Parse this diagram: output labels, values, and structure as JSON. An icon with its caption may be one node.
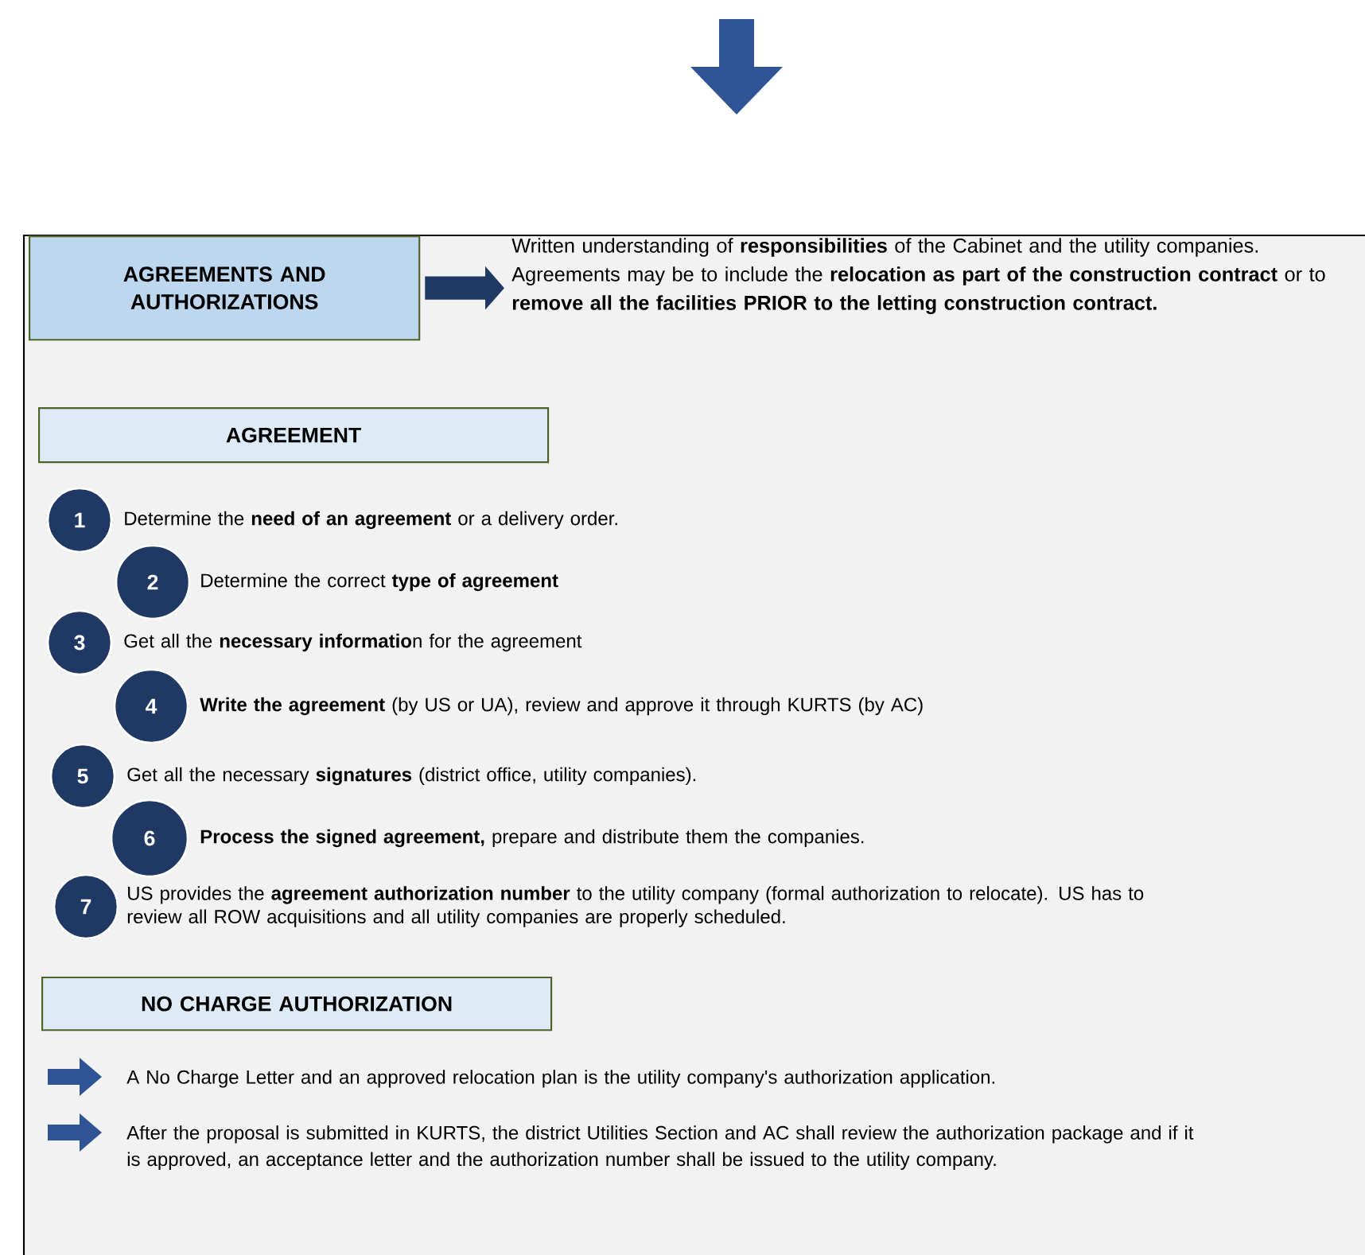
{
  "diagram": {
    "nodes": [
      {
        "text": [
          "AGREEMENTS AND AUTHORIZATIONS"
        ]
      },
      {
        "text": [
          "Written understanding of **responsibilities** of the Cabinet and the utility companies. Agreements may be to include the **relocation as part of the construction contract** or to **remove all the facilities PRIOR to the letting construction contract.**"
        ]
      },
      {
        "text": [
          "AGREEMENT"
        ]
      },
      {
        "text": [
          "1"
        ],
        "beside": [
          "Determine the **need of an agreement** or a delivery order."
        ]
      },
      {
        "text": [
          "2"
        ],
        "beside": [
          "Determine the correct **type of agreement**"
        ]
      },
      {
        "text": [
          "3"
        ],
        "beside": [
          "Get all the **necessary informatio**n for the agreement"
        ]
      },
      {
        "text": [
          "4"
        ],
        "beside": [
          "**Write the agreement** (by US or UA), review and approve it through KURTS (by AC)"
        ]
      },
      {
        "text": [
          "5"
        ],
        "beside": [
          "Get all the necessary **signatures** (district office, utility companies)."
        ]
      },
      {
        "text": [
          "6"
        ],
        "beside": [
          "**Process the signed agreement,** prepare and distribute them the companies."
        ]
      },
      {
        "text": [
          "7"
        ],
        "beside": [
          "US provides the **agreement authorization number** to the utility company (formal authorization to relocate). US has to review all ROW acquisitions and all utility companies are properly scheduled."
        ]
      },
      {
        "text": [
          "NO CHARGE AUTHORIZATION"
        ]
      }
    ],
    "edges": [
      {
        "from": 0,
        "to": 1,
        "arrow": "to"
      }
    ],
    "labels": [
      "A No Charge Letter and an approved relocation plan is the utility company's authorization application.",
      "After the proposal is submitted in KURTS, the district Utilities Section and AC shall review the authorization package and if it is approved, an acceptance letter and the authorization number shall be issued to the utility company."
    ]
  }
}
